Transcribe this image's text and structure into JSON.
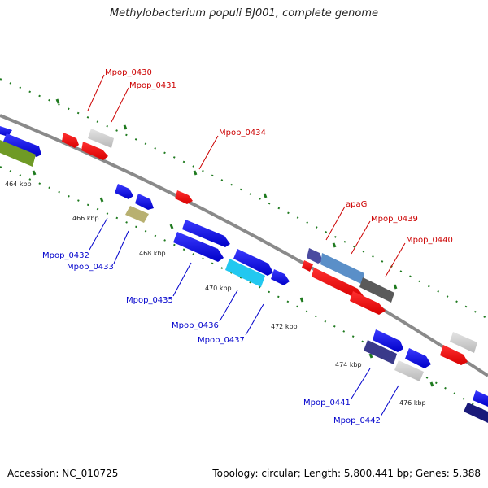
{
  "title": "Methylobacterium populi BJ001, complete genome",
  "footer": {
    "accession": "Accession: NC_010725",
    "stats": "Topology: circular; Length: 5,800,441 bp; Genes: 5,388"
  },
  "colors": {
    "backbone": "#8a8a8a",
    "tick": "#1f7a1f",
    "label_red": "#cc0000",
    "label_blue": "#0000cc"
  },
  "scale_labels": [
    "464 kbp",
    "466 kbp",
    "468 kbp",
    "470 kbp",
    "472 kbp",
    "474 kbp",
    "476 kbp"
  ],
  "gene_labels": [
    {
      "text": "Mpop_0430",
      "color": "red"
    },
    {
      "text": "Mpop_0431",
      "color": "red"
    },
    {
      "text": "Mpop_0434",
      "color": "red"
    },
    {
      "text": "apaG",
      "color": "red"
    },
    {
      "text": "Mpop_0439",
      "color": "red"
    },
    {
      "text": "Mpop_0440",
      "color": "red"
    },
    {
      "text": "Mpop_0432",
      "color": "blue"
    },
    {
      "text": "Mpop_0433",
      "color": "blue"
    },
    {
      "text": "Mpop_0435",
      "color": "blue"
    },
    {
      "text": "Mpop_0436",
      "color": "blue"
    },
    {
      "text": "Mpop_0437",
      "color": "blue"
    },
    {
      "text": "Mpop_0441",
      "color": "blue"
    },
    {
      "text": "Mpop_0442",
      "color": "blue"
    }
  ]
}
